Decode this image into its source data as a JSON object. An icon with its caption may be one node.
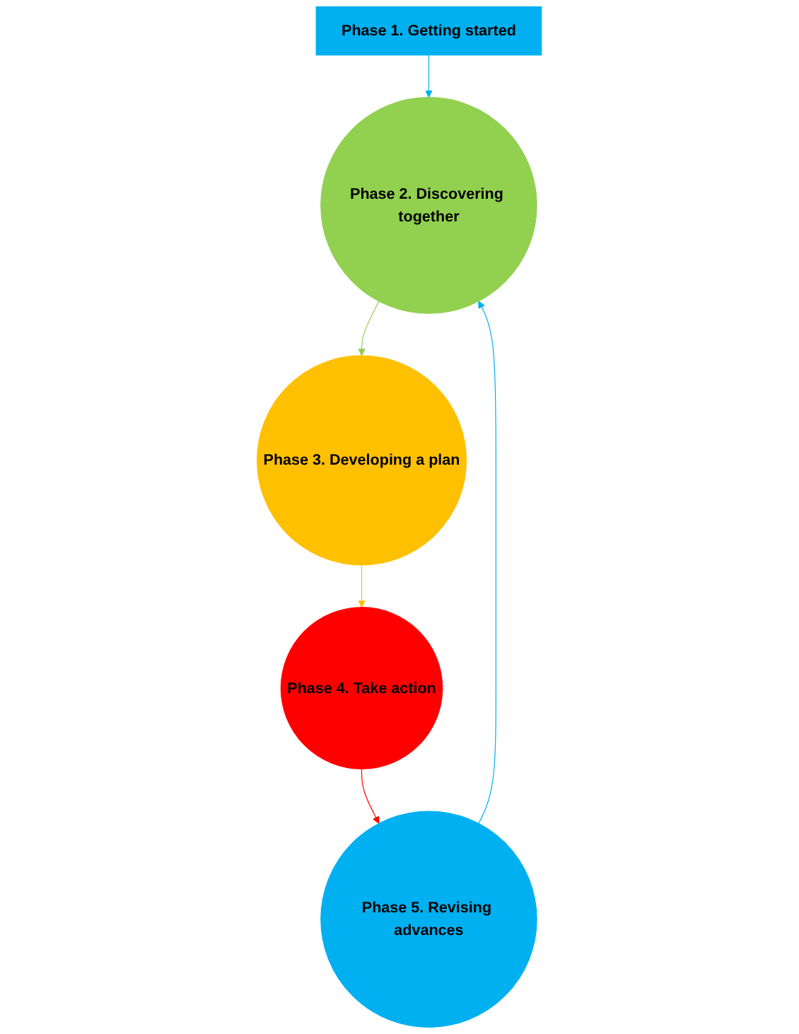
{
  "diagram": {
    "nodes": [
      {
        "text": [
          "Phase 1. Getting started"
        ]
      },
      {
        "text": [
          "Phase 2. Discovering together"
        ]
      },
      {
        "text": [
          "Phase 3. Developing a plan"
        ]
      },
      {
        "text": [
          "Phase 4. Take action"
        ]
      },
      {
        "text": [
          "Phase 5. Revising advances"
        ]
      }
    ],
    "edges": [
      {
        "from": 0,
        "to": 1,
        "arrow": "to",
        "color": "#00b0f0"
      },
      {
        "from": 1,
        "to": 2,
        "arrow": "to",
        "color": "#92d050"
      },
      {
        "from": 2,
        "to": 3,
        "arrow": "to",
        "color": "#ffc000"
      },
      {
        "from": 3,
        "to": 4,
        "arrow": "to",
        "color": "#ff0000"
      },
      {
        "from": 4,
        "to": 1,
        "arrow": "to",
        "color": "#00b0f0"
      }
    ]
  }
}
